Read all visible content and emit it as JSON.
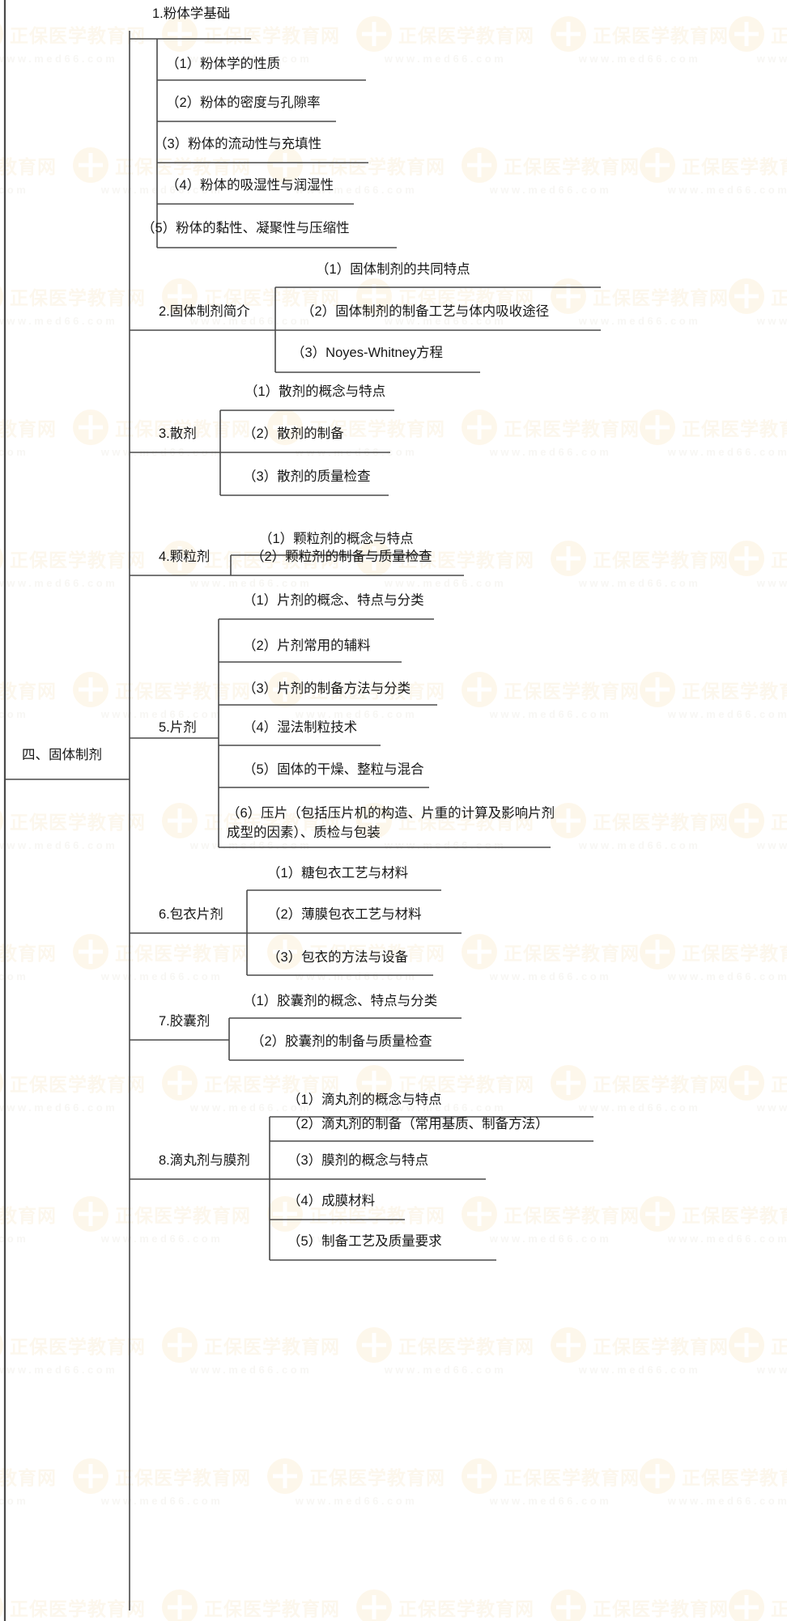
{
  "diagram": {
    "type": "horizontal-tree-mindmap",
    "root": "四、固体制剂",
    "watermark_text": "正保医学教育网",
    "watermark_url": "www.med66.com",
    "line_color": "#4a4a4a",
    "text_color": "#161616",
    "background": "#ffffff",
    "branches": [
      {
        "id": "b1",
        "label": "1.粉体学基础",
        "children": [
          "（1）粉体学的性质",
          "（2）粉体的密度与孔隙率",
          "（3）粉体的流动性与充填性",
          "（4）粉体的吸湿性与润湿性",
          "（5）粉体的黏性、凝聚性与压缩性"
        ]
      },
      {
        "id": "b2",
        "label": "2.固体制剂简介",
        "children": [
          "（1）固体制剂的共同特点",
          "（2）固体制剂的制备工艺与体内吸收途径",
          "（3）Noyes-Whitney方程"
        ]
      },
      {
        "id": "b3",
        "label": "3.散剂",
        "children": [
          "（1）散剂的概念与特点",
          "（2）散剂的制备",
          "（3）散剂的质量检查"
        ]
      },
      {
        "id": "b4",
        "label": "4.颗粒剂",
        "children": [
          "（1）颗粒剂的概念与特点",
          "（2）颗粒剂的制备与质量检查"
        ]
      },
      {
        "id": "b5",
        "label": "5.片剂",
        "children": [
          "（1）片剂的概念、特点与分类",
          "（2）片剂常用的辅料",
          "（3）片剂的制备方法与分类",
          "（4）湿法制粒技术",
          "（5）固体的干燥、整粒与混合",
          "（6）压片（包括压片机的构造、片重的计算及影响片剂成型的因素）、质检与包装"
        ]
      },
      {
        "id": "b6",
        "label": "6.包衣片剂",
        "children": [
          "（1）糖包衣工艺与材料",
          "（2）薄膜包衣工艺与材料",
          "（3）包衣的方法与设备"
        ]
      },
      {
        "id": "b7",
        "label": "7.胶囊剂",
        "children": [
          "（1）胶囊剂的概念、特点与分类",
          "（2）胶囊剂的制备与质量检查"
        ]
      },
      {
        "id": "b8",
        "label": "8.滴丸剂与膜剂",
        "children": [
          "（1）滴丸剂的概念与特点",
          "（2）滴丸剂的制备（常用基质、制备方法）",
          "（3）膜剂的概念与特点",
          "（4）成膜材料",
          "（5）制备工艺及质量要求"
        ]
      }
    ]
  }
}
